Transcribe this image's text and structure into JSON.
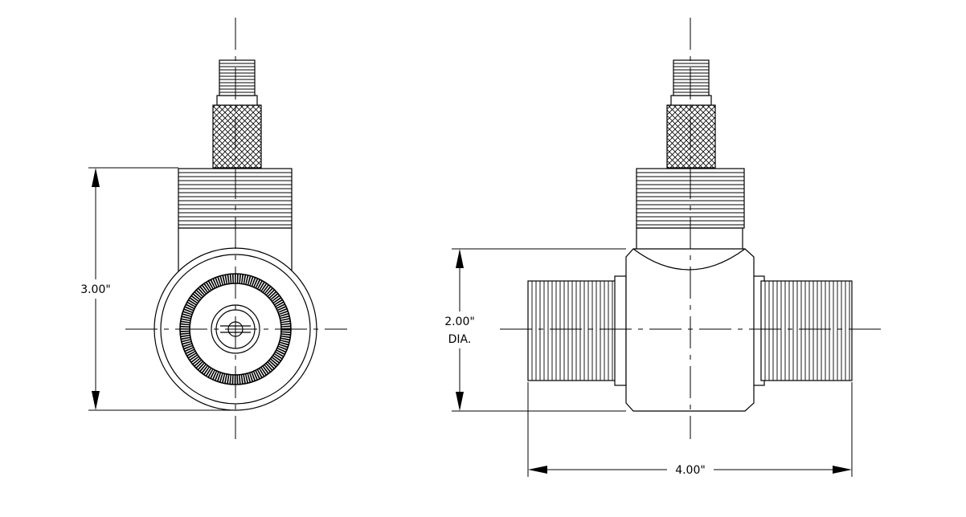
{
  "diagram": {
    "line_color": "#000000",
    "background": "#ffffff",
    "dimensions": {
      "height": "3.00\"",
      "diameter": "2.00\"",
      "diameter_suffix": "DIA.",
      "length": "4.00\""
    }
  }
}
